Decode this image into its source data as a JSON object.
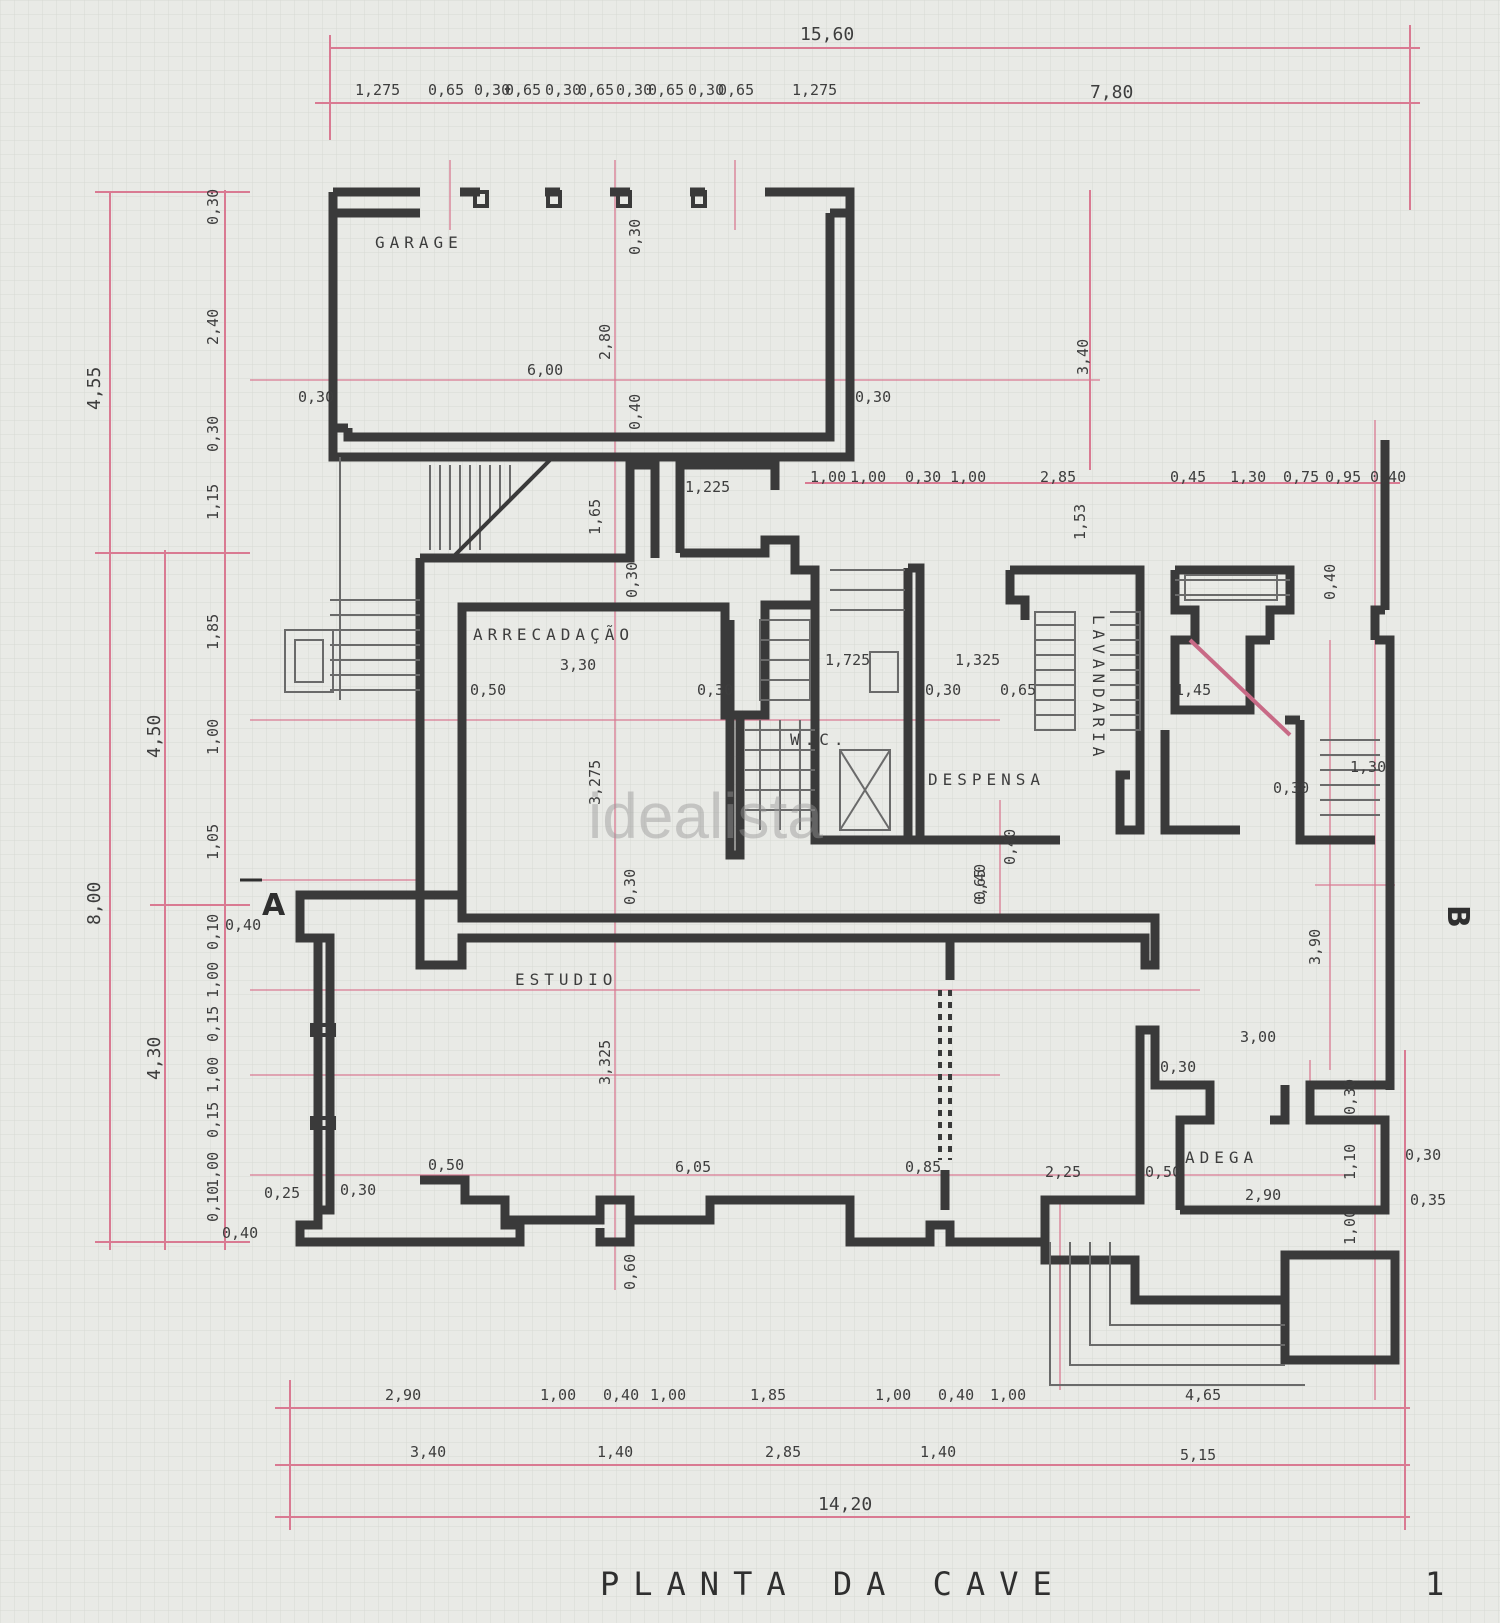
{
  "title": "PLANTA DA CAVE",
  "watermark": "idealista",
  "page_number": "1",
  "section_marks": {
    "a": "A",
    "b": "B"
  },
  "rooms": {
    "garage": "GARAGE",
    "arrecadacao": "ARRECADAÇÃO",
    "wc": "W.C.",
    "despensa": "DESPENSA",
    "estudio": "ESTUDIO",
    "adega": "ADEGA",
    "lavandaria": "LAVANDARIA"
  },
  "dimensions": {
    "top_total": "15,60",
    "top_left": "1,275",
    "top_d1": "0,65",
    "top_d2": "0,30",
    "top_d3": "0,65",
    "top_d4": "0,30",
    "top_d5": "0,65",
    "top_d6": "0,30",
    "top_d7": "0,65",
    "top_d8": "0,30",
    "top_d9": "0,65",
    "top_right": "1,275",
    "top_far": "7,80",
    "left_total": "8,00",
    "left_upper": "4,55",
    "left_mid": "4,50",
    "left_lower": "4,30",
    "v_030_a": "0,30",
    "v_240": "2,40",
    "v_030_b": "0,30",
    "v_115": "1,15",
    "v_185": "1,85",
    "v_100": "1,00",
    "v_105": "1,05",
    "v_010_a": "0,10",
    "v_100_b": "1,00",
    "v_015": "0,15",
    "v_100_c": "1,00",
    "v_015_b": "0,15",
    "v_100_d": "1,00",
    "v_010_b": "0,10",
    "v_040": "0,40",
    "v_040_top": "0,40",
    "garage_w": "6,00",
    "garage_h": "2,80",
    "g_030_l": "0,30",
    "g_030_r": "0,30",
    "g_030_top": "0,30",
    "g_040": "0,40",
    "arr_w": "3,30",
    "arr_h": "3,275",
    "arr_050": "0,50",
    "arr_030": "0,30",
    "arr_165": "1,65",
    "arr_030b": "0,30",
    "wc_125": "1,725",
    "desp_125": "1,325",
    "desp_030": "0,30",
    "desp_065": "0,65",
    "desp_145": "1,45",
    "r_340": "3,40",
    "r_100a": "1,00",
    "r_030": "0,30",
    "r_100b": "1,00",
    "r_285": "2,85",
    "r_045": "0,45",
    "r_130": "1,30",
    "r_075": "0,75",
    "r_095": "0,95",
    "r_040": "0,40",
    "r_153": "1,53",
    "r_040b": "0,40",
    "r_040c": "0,40",
    "r_030c": "0,30",
    "r_130b": "1,30",
    "r_040d": "0,40",
    "r_125a": "1,225",
    "estudio_h": "3,325",
    "estudio_030": "0,30",
    "est_050": "0,50",
    "est_605": "6,05",
    "est_085": "0,85",
    "est_225": "2,25",
    "est_050b": "0,50",
    "est_030": "0,30",
    "est_025": "0,25",
    "est_060": "0,60",
    "est_065": "0,65",
    "est_030b": "0,30",
    "r_390": "3,90",
    "r_300": "3,00",
    "r_030d": "0,30",
    "r_030e": "0,30",
    "adega_w": "2,90",
    "adega_h": "1,10",
    "adega_035": "0,35",
    "r_100c": "1,00",
    "b1_290": "2,90",
    "b1_100a": "1,00",
    "b1_040": "0,40",
    "b1_100b": "1,00",
    "b1_185": "1,85",
    "b1_100c": "1,00",
    "b1_040b": "0,40",
    "b1_100d": "1,00",
    "b1_465": "4,65",
    "b2_340": "3,40",
    "b2_140a": "1,40",
    "b2_285": "2,85",
    "b2_140b": "1,40",
    "b2_515": "5,15",
    "bottom_total": "14,20"
  }
}
